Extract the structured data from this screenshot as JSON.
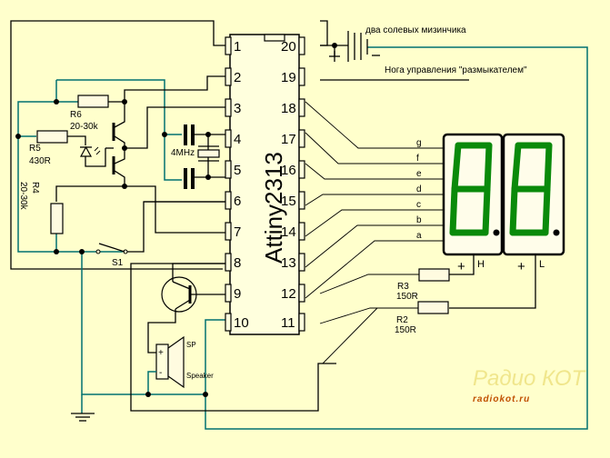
{
  "chip": {
    "name": "Attiny2313",
    "pins_left": [
      "1",
      "2",
      "3",
      "4",
      "5",
      "6",
      "7",
      "8",
      "9",
      "10"
    ],
    "pins_right": [
      "20",
      "19",
      "18",
      "17",
      "16",
      "15",
      "14",
      "13",
      "12",
      "11"
    ]
  },
  "battery_label": "два солевых мизинчика",
  "control_pin_label": "Нога управления \"размыкателем\"",
  "components": {
    "r6": {
      "name": "R6",
      "value": "20-30k"
    },
    "r5": {
      "name": "R5",
      "value": "430R"
    },
    "r4": {
      "name": "R4",
      "value": "20-30k"
    },
    "r3": {
      "name": "R3",
      "value": "150R"
    },
    "r2": {
      "name": "R2",
      "value": "150R"
    },
    "crystal": {
      "value": "4MHz"
    },
    "switch": {
      "name": "S1"
    },
    "speaker": {
      "name": "SP",
      "type": "Speaker",
      "plus": "+",
      "minus": "-"
    }
  },
  "segments": [
    "g",
    "f",
    "e",
    "d",
    "c",
    "b",
    "a"
  ],
  "display": {
    "digit_high": "H",
    "digit_low": "L",
    "plus": "+"
  },
  "battery_polarity": {
    "plus": "+",
    "minus": "—"
  },
  "watermark": {
    "title": "Радио КОТ",
    "url": "radiokot.ru"
  },
  "colors": {
    "background": "#ffffcc",
    "wire": "#000000",
    "rail": "#007070",
    "segment": "#0a8a0a"
  }
}
